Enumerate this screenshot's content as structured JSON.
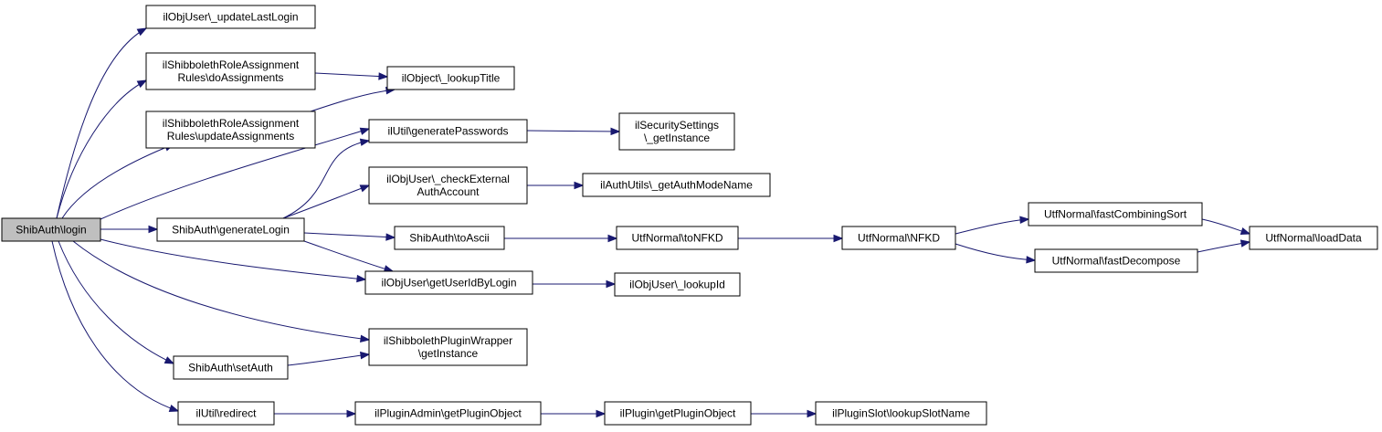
{
  "diagram": {
    "type": "call-graph",
    "colors": {
      "edge": "#191970",
      "root_fill": "#bfbfbf",
      "node_fill": "#ffffff",
      "node_border": "#000000"
    },
    "nodes": [
      {
        "id": "login",
        "lines": [
          "ShibAuth\\login"
        ],
        "root": true
      },
      {
        "id": "updateLastLogin",
        "lines": [
          "ilObjUser\\_updateLastLogin"
        ]
      },
      {
        "id": "doAssignments",
        "lines": [
          "ilShibbolethRoleAssignment",
          "Rules\\doAssignments"
        ]
      },
      {
        "id": "updateAssignments",
        "lines": [
          "ilShibbolethRoleAssignment",
          "Rules\\updateAssignments"
        ]
      },
      {
        "id": "lookupTitle",
        "lines": [
          "ilObject\\_lookupTitle"
        ]
      },
      {
        "id": "generatePasswords",
        "lines": [
          "ilUtil\\generatePasswords"
        ]
      },
      {
        "id": "securityGetInstance",
        "lines": [
          "ilSecuritySettings",
          "\\_getInstance"
        ]
      },
      {
        "id": "checkExternal",
        "lines": [
          "ilObjUser\\_checkExternal",
          "AuthAccount"
        ]
      },
      {
        "id": "getAuthModeName",
        "lines": [
          "ilAuthUtils\\_getAuthModeName"
        ]
      },
      {
        "id": "generateLogin",
        "lines": [
          "ShibAuth\\generateLogin"
        ]
      },
      {
        "id": "toAscii",
        "lines": [
          "ShibAuth\\toAscii"
        ]
      },
      {
        "id": "toNFKD",
        "lines": [
          "UtfNormal\\toNFKD"
        ]
      },
      {
        "id": "NFKD",
        "lines": [
          "UtfNormal\\NFKD"
        ]
      },
      {
        "id": "fastCombiningSort",
        "lines": [
          "UtfNormal\\fastCombiningSort"
        ]
      },
      {
        "id": "fastDecompose",
        "lines": [
          "UtfNormal\\fastDecompose"
        ]
      },
      {
        "id": "loadData",
        "lines": [
          "UtfNormal\\loadData"
        ]
      },
      {
        "id": "getUserIdByLogin",
        "lines": [
          "ilObjUser\\getUserIdByLogin"
        ]
      },
      {
        "id": "lookupId",
        "lines": [
          "ilObjUser\\_lookupId"
        ]
      },
      {
        "id": "pluginWrapper",
        "lines": [
          "ilShibbolethPluginWrapper",
          "\\getInstance"
        ]
      },
      {
        "id": "setAuth",
        "lines": [
          "ShibAuth\\setAuth"
        ]
      },
      {
        "id": "redirect",
        "lines": [
          "ilUtil\\redirect"
        ]
      },
      {
        "id": "adminGetPluginObject",
        "lines": [
          "ilPluginAdmin\\getPluginObject"
        ]
      },
      {
        "id": "pluginGetPluginObject",
        "lines": [
          "ilPlugin\\getPluginObject"
        ]
      },
      {
        "id": "lookupSlotName",
        "lines": [
          "ilPluginSlot\\lookupSlotName"
        ]
      }
    ],
    "edges": [
      {
        "from": "login",
        "to": "updateLastLogin"
      },
      {
        "from": "login",
        "to": "doAssignments"
      },
      {
        "from": "login",
        "to": "updateAssignments"
      },
      {
        "from": "login",
        "to": "generatePasswords"
      },
      {
        "from": "login",
        "to": "generateLogin"
      },
      {
        "from": "login",
        "to": "getUserIdByLogin"
      },
      {
        "from": "login",
        "to": "pluginWrapper"
      },
      {
        "from": "login",
        "to": "setAuth"
      },
      {
        "from": "login",
        "to": "redirect"
      },
      {
        "from": "doAssignments",
        "to": "lookupTitle"
      },
      {
        "from": "updateAssignments",
        "to": "lookupTitle"
      },
      {
        "from": "generatePasswords",
        "to": "securityGetInstance"
      },
      {
        "from": "checkExternal",
        "to": "getAuthModeName"
      },
      {
        "from": "generateLogin",
        "to": "generatePasswords"
      },
      {
        "from": "generateLogin",
        "to": "checkExternal"
      },
      {
        "from": "generateLogin",
        "to": "toAscii"
      },
      {
        "from": "generateLogin",
        "to": "getUserIdByLogin"
      },
      {
        "from": "toAscii",
        "to": "toNFKD"
      },
      {
        "from": "toNFKD",
        "to": "NFKD"
      },
      {
        "from": "NFKD",
        "to": "fastCombiningSort"
      },
      {
        "from": "NFKD",
        "to": "fastDecompose"
      },
      {
        "from": "fastCombiningSort",
        "to": "loadData"
      },
      {
        "from": "fastDecompose",
        "to": "loadData"
      },
      {
        "from": "getUserIdByLogin",
        "to": "lookupId"
      },
      {
        "from": "setAuth",
        "to": "pluginWrapper"
      },
      {
        "from": "redirect",
        "to": "adminGetPluginObject"
      },
      {
        "from": "adminGetPluginObject",
        "to": "pluginGetPluginObject"
      },
      {
        "from": "pluginGetPluginObject",
        "to": "lookupSlotName"
      }
    ]
  }
}
